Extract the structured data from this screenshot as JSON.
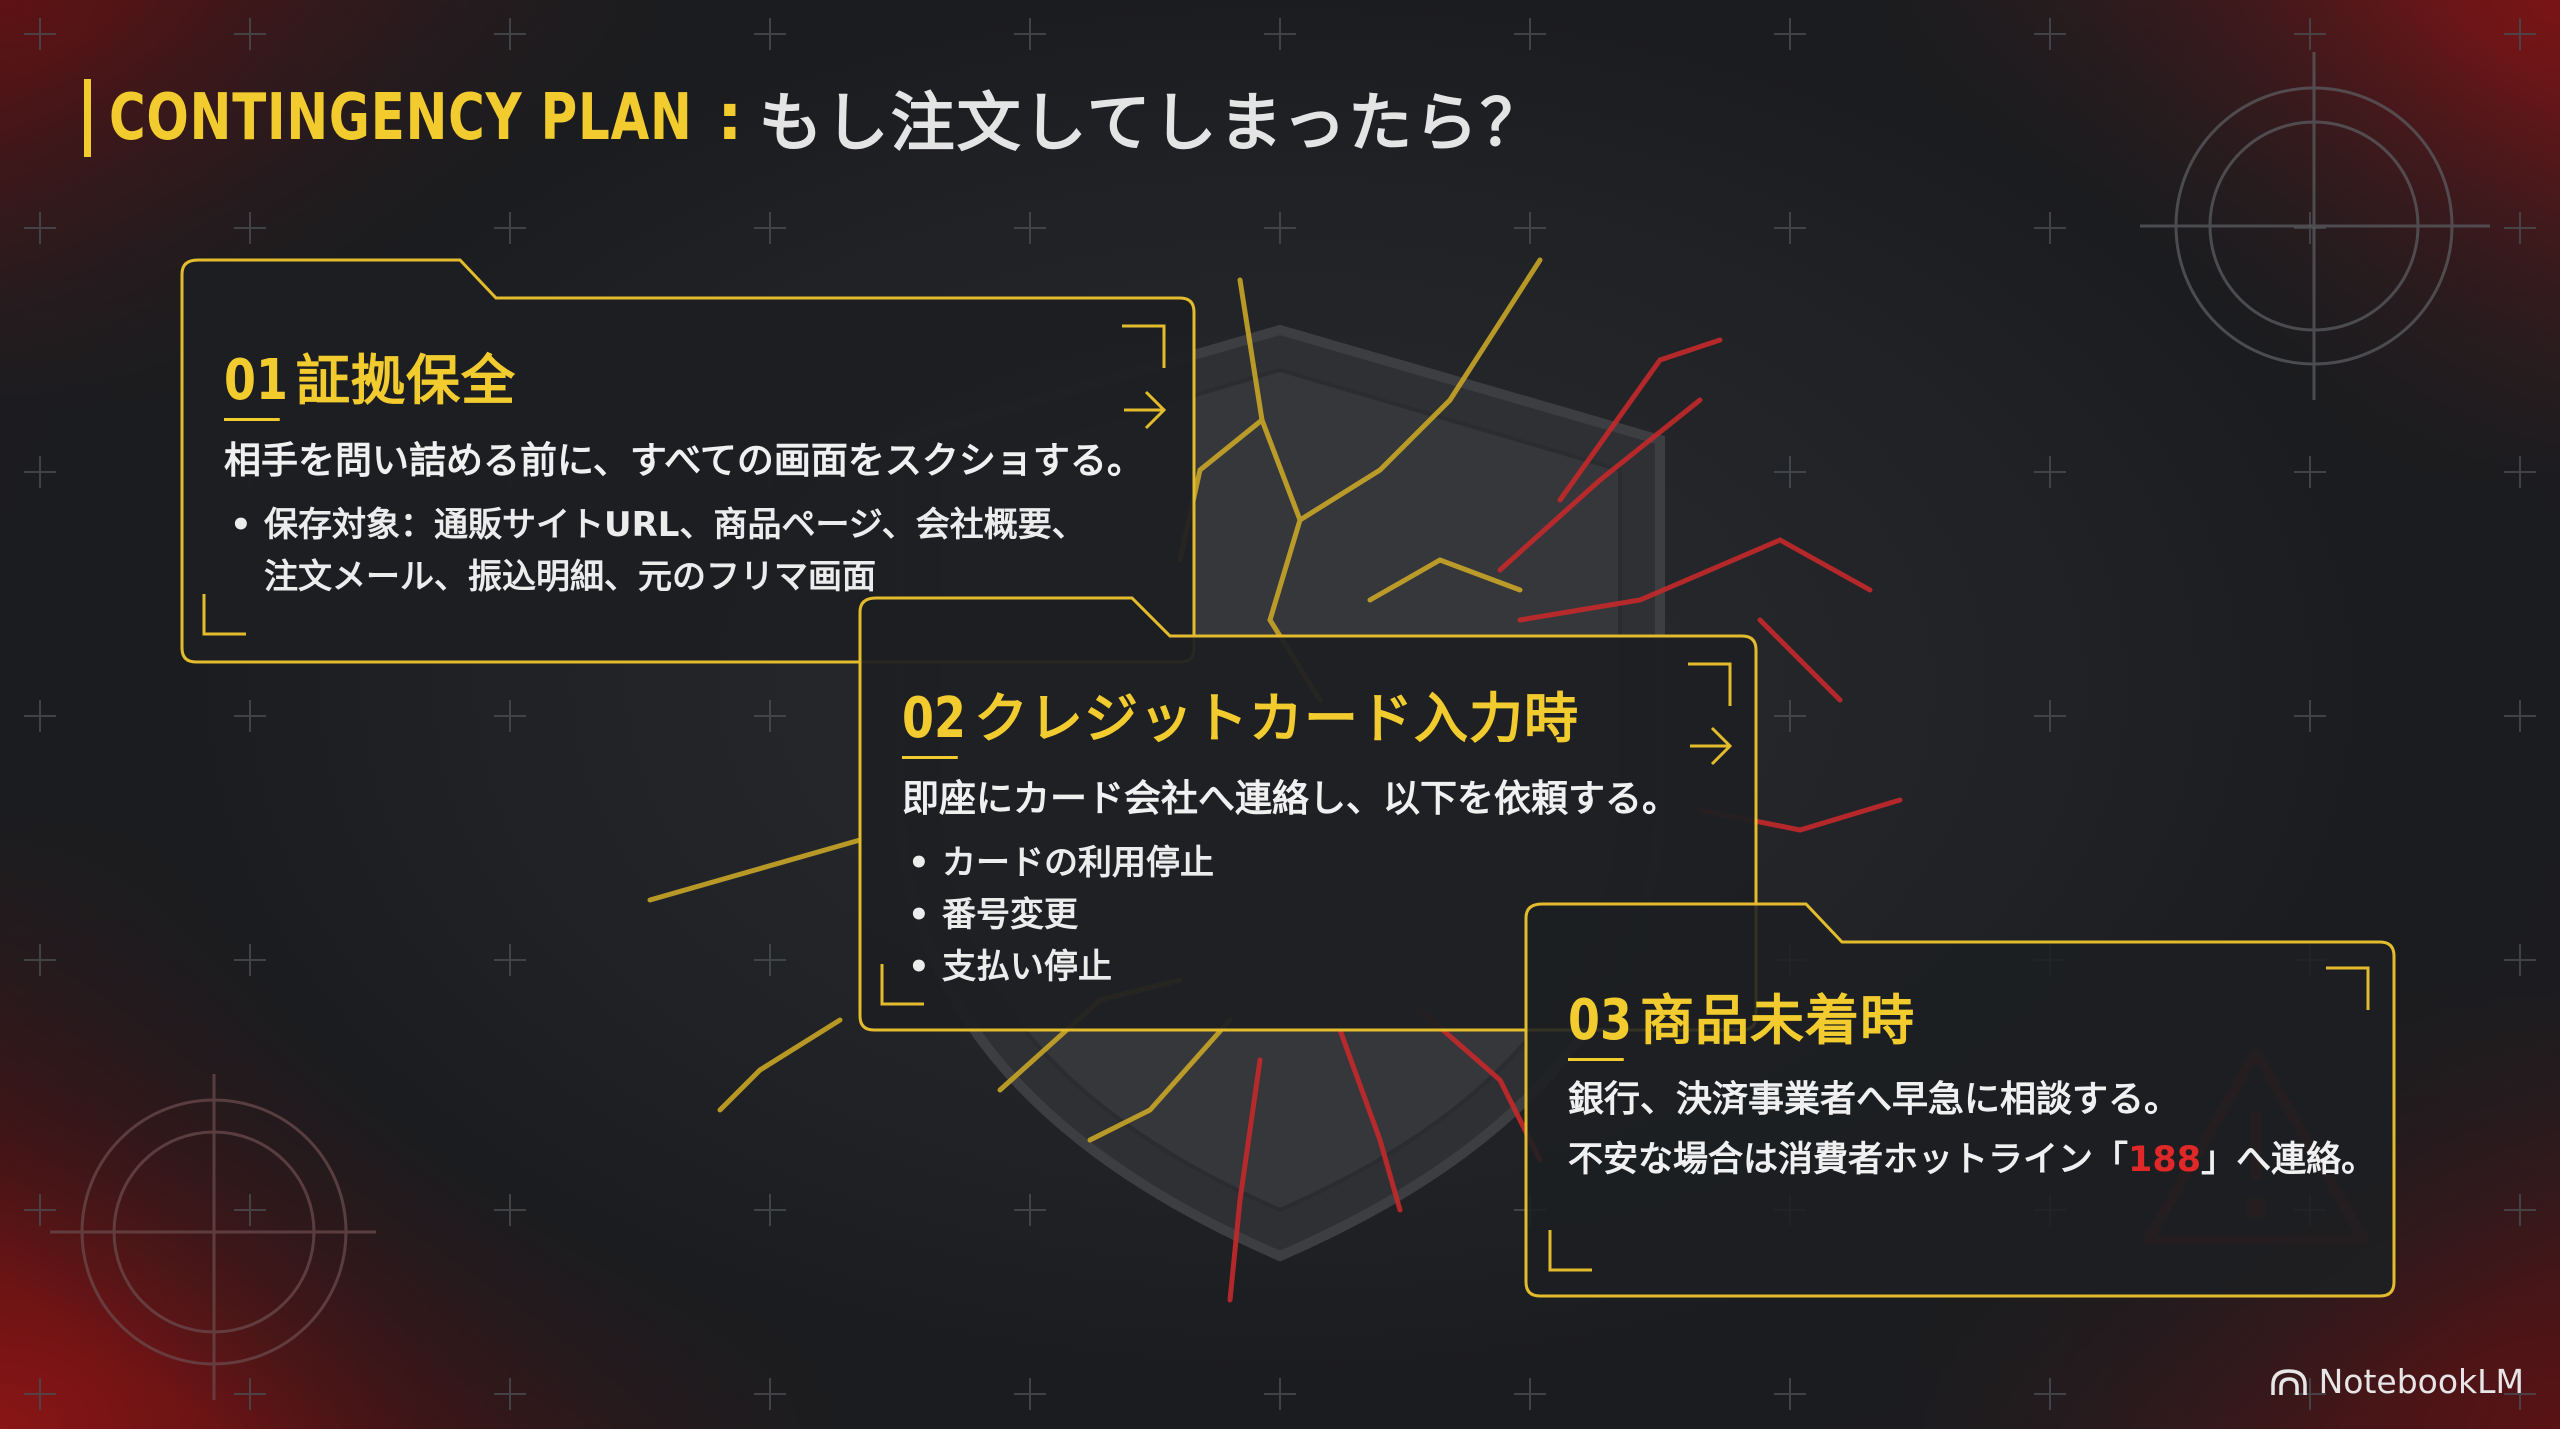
{
  "title": {
    "en": "CONTINGENCY PLAN",
    "colon": ":",
    "jp": "もし注文してしまったら？"
  },
  "cards": [
    {
      "num": "01",
      "title": "証拠保全",
      "lead": "相手を問い詰める前に、すべての画面をスクショする。",
      "items": [
        "保存対象：通販サイトURL、商品ページ、会社概要、",
        "注文メール、振込明細、元のフリマ画面"
      ]
    },
    {
      "num": "02",
      "title": "クレジットカード入力時",
      "lead": "即座にカード会社へ連絡し、以下を依頼する。",
      "items": [
        "カードの利用停止",
        "番号変更",
        "支払い停止"
      ]
    },
    {
      "num": "03",
      "title": "商品未着時",
      "lead": "銀行、決済事業者へ早急に相談する。",
      "line2_pre": "不安な場合は消費者ホットライン「",
      "line2_hl": "188",
      "line2_post": "」へ連絡。"
    }
  ],
  "brand": {
    "name": "NotebookLM",
    "icon": "notebooklm-logo-icon"
  },
  "colors": {
    "accent": "#f2cc2f",
    "alert": "#e02828",
    "background": "#1c1d20"
  }
}
